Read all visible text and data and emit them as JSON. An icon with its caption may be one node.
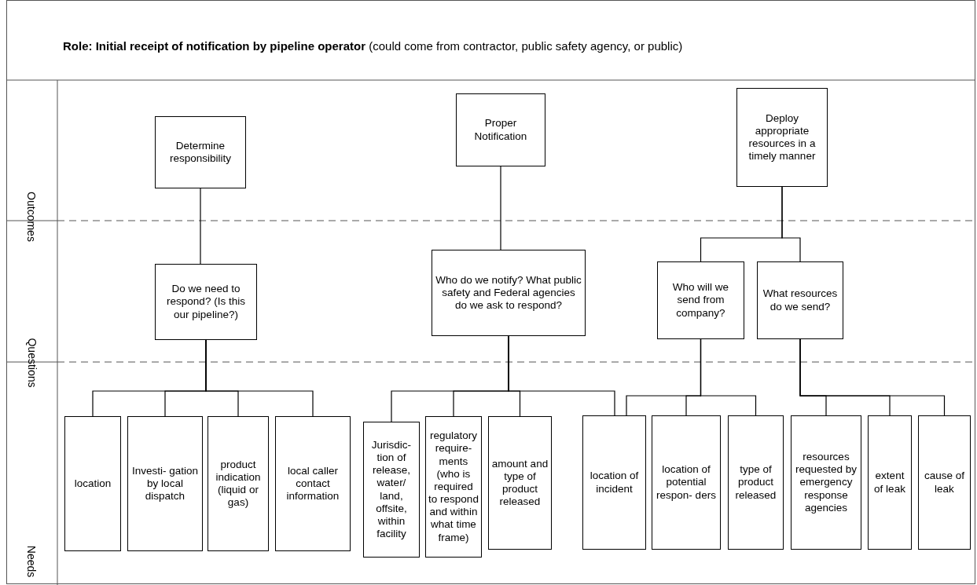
{
  "diagram": {
    "title": "**Role: Initial receipt of notification by pipeline operator** (could come from contractor, public safety agency, or public)",
    "nodes": [
      {
        "text": [
          "Determine responsibility"
        ]
      },
      {
        "text": [
          "Proper Notification"
        ]
      },
      {
        "text": [
          "Deploy appropriate resources in a timely manner"
        ]
      },
      {
        "text": [
          "Do we need to respond? (Is this our pipeline?)"
        ]
      },
      {
        "text": [
          "Who do we notify? What public safety and Federal agencies do we ask to respond?"
        ]
      },
      {
        "text": [
          "Who will we send from company?"
        ]
      },
      {
        "text": [
          "What resources do we send?"
        ]
      },
      {
        "text": [
          "location"
        ]
      },
      {
        "text": [
          "Investi- gation by local dispatch"
        ]
      },
      {
        "text": [
          "product indication (liquid or gas)"
        ]
      },
      {
        "text": [
          "local caller contact information"
        ]
      },
      {
        "text": [
          "Jurisdic- tion of release, water/ land, offsite, within facility"
        ]
      },
      {
        "text": [
          "regulatory require- ments (who is required to respond and within what time frame)"
        ]
      },
      {
        "text": [
          "amount and type of product released"
        ]
      },
      {
        "text": [
          "location of incident"
        ]
      },
      {
        "text": [
          "location of potential respon- ders"
        ]
      },
      {
        "text": [
          "type of product released"
        ]
      },
      {
        "text": [
          "resources requested by emergency response agencies"
        ]
      },
      {
        "text": [
          "extent of leak"
        ]
      },
      {
        "text": [
          "cause of leak"
        ]
      }
    ],
    "edges": [
      {
        "from": 0,
        "to": 3,
        "arrow": "none"
      },
      {
        "from": 1,
        "to": 4,
        "arrow": "none"
      },
      {
        "from": 2,
        "to": 5,
        "arrow": "none"
      },
      {
        "from": 2,
        "to": 6,
        "arrow": "none"
      },
      {
        "from": 3,
        "to": 7,
        "arrow": "none"
      },
      {
        "from": 3,
        "to": 8,
        "arrow": "none"
      },
      {
        "from": 3,
        "to": 9,
        "arrow": "none"
      },
      {
        "from": 3,
        "to": 10,
        "arrow": "none"
      },
      {
        "from": 4,
        "to": 11,
        "arrow": "none"
      },
      {
        "from": 4,
        "to": 12,
        "arrow": "none"
      },
      {
        "from": 4,
        "to": 13,
        "arrow": "none"
      },
      {
        "from": 4,
        "to": 14,
        "arrow": "none"
      },
      {
        "from": 5,
        "to": 14,
        "arrow": "none"
      },
      {
        "from": 5,
        "to": 15,
        "arrow": "none"
      },
      {
        "from": 5,
        "to": 16,
        "arrow": "none"
      },
      {
        "from": 6,
        "to": 17,
        "arrow": "none"
      },
      {
        "from": 6,
        "to": 18,
        "arrow": "none"
      },
      {
        "from": 6,
        "to": 19,
        "arrow": "none"
      }
    ],
    "labels": [
      "Outcomes",
      "Questions",
      "Needs"
    ]
  }
}
